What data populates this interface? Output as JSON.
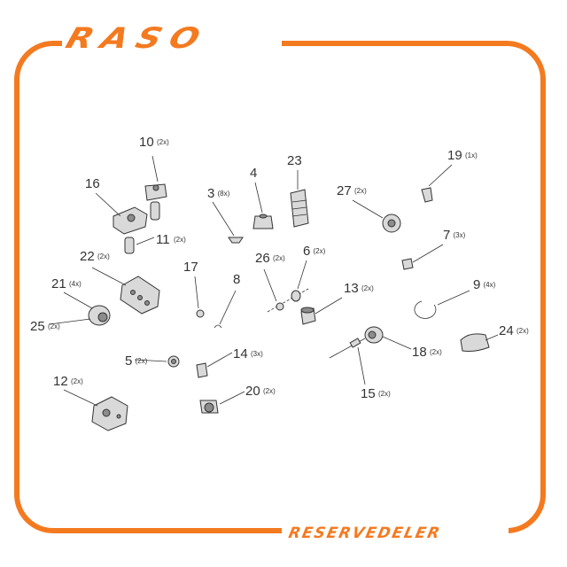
{
  "brand": {
    "logo": "RASO",
    "footer": "RESERVEDELER",
    "accent_color": "#f47a20"
  },
  "callouts": [
    {
      "id": "10",
      "number": "10",
      "qty": "(2x)"
    },
    {
      "id": "16",
      "number": "16",
      "qty": ""
    },
    {
      "id": "11",
      "number": "11",
      "qty": "(2x)"
    },
    {
      "id": "22",
      "number": "22",
      "qty": "(2x)"
    },
    {
      "id": "21",
      "number": "21",
      "qty": "(4x)"
    },
    {
      "id": "25",
      "number": "25",
      "qty": "(2x)"
    },
    {
      "id": "17",
      "number": "17",
      "qty": ""
    },
    {
      "id": "8",
      "number": "8",
      "qty": ""
    },
    {
      "id": "3",
      "number": "3",
      "qty": "(8x)"
    },
    {
      "id": "4",
      "number": "4",
      "qty": ""
    },
    {
      "id": "23",
      "number": "23",
      "qty": ""
    },
    {
      "id": "26",
      "number": "26",
      "qty": "(2x)"
    },
    {
      "id": "6",
      "number": "6",
      "qty": "(2x)"
    },
    {
      "id": "27",
      "number": "27",
      "qty": "(2x)"
    },
    {
      "id": "19",
      "number": "19",
      "qty": "(1x)"
    },
    {
      "id": "7",
      "number": "7",
      "qty": "(3x)"
    },
    {
      "id": "13",
      "number": "13",
      "qty": "(2x)"
    },
    {
      "id": "9",
      "number": "9",
      "qty": "(4x)"
    },
    {
      "id": "5",
      "number": "5",
      "qty": "(2x)"
    },
    {
      "id": "14",
      "number": "14",
      "qty": "(3x)"
    },
    {
      "id": "12",
      "number": "12",
      "qty": "(2x)"
    },
    {
      "id": "20",
      "number": "20",
      "qty": "(2x)"
    },
    {
      "id": "18",
      "number": "18",
      "qty": "(2x)"
    },
    {
      "id": "15",
      "number": "15",
      "qty": "(2x)"
    },
    {
      "id": "24",
      "number": "24",
      "qty": "(2x)"
    }
  ]
}
